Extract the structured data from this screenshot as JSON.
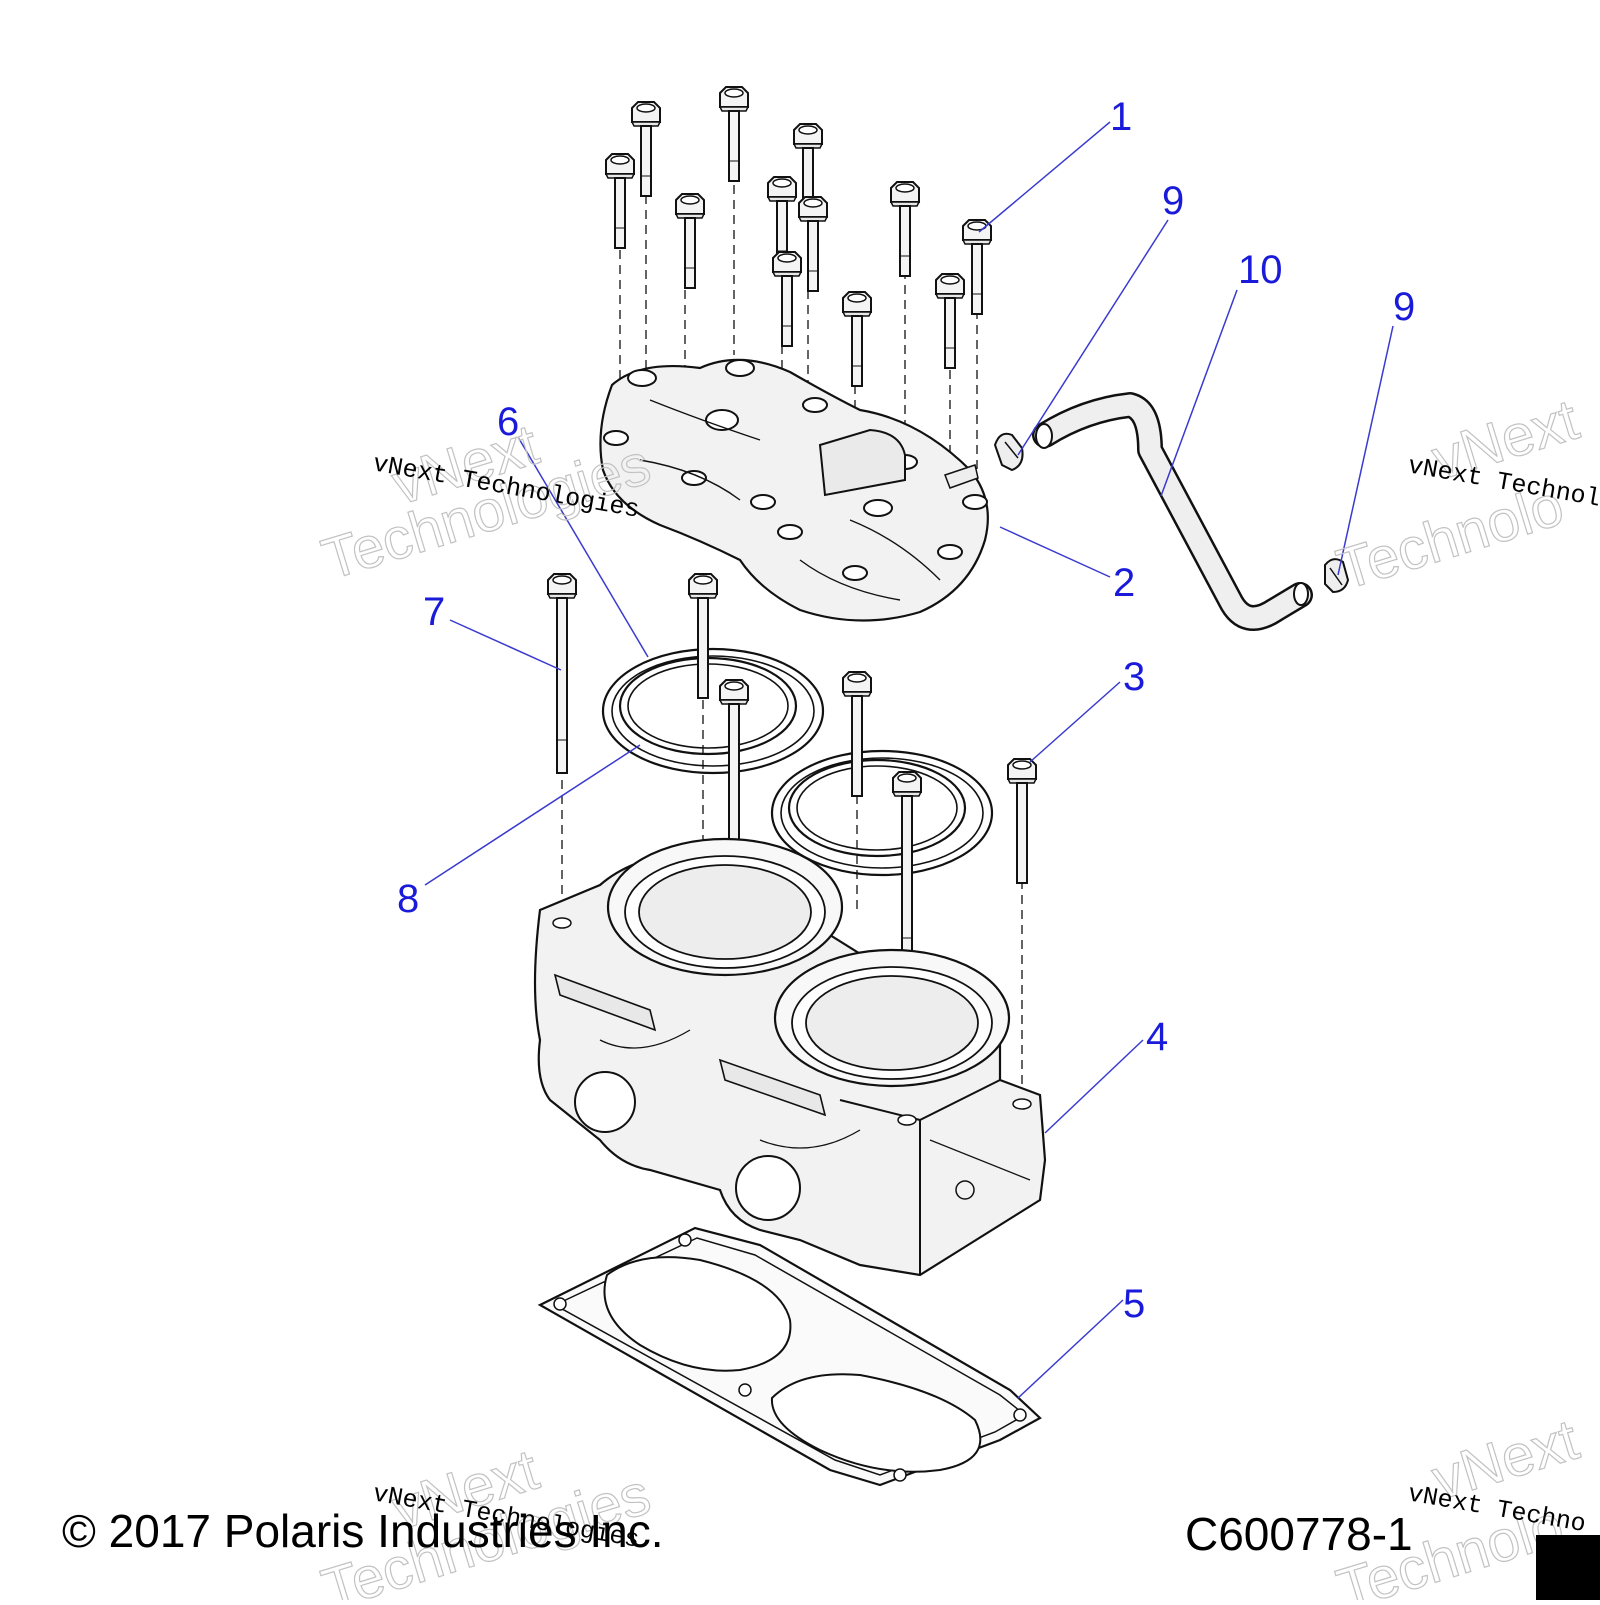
{
  "callouts": [
    {
      "id": "1",
      "label": "1"
    },
    {
      "id": "2",
      "label": "2"
    },
    {
      "id": "3",
      "label": "3"
    },
    {
      "id": "4",
      "label": "4"
    },
    {
      "id": "5",
      "label": "5"
    },
    {
      "id": "6",
      "label": "6"
    },
    {
      "id": "7",
      "label": "7"
    },
    {
      "id": "8",
      "label": "8"
    },
    {
      "id": "9a",
      "label": "9"
    },
    {
      "id": "9b",
      "label": "9"
    },
    {
      "id": "10",
      "label": "10"
    }
  ],
  "watermark": {
    "line": "vNext Technologies",
    "line_right": "vNext Technolo",
    "line_right_bottom": "vNext Techno",
    "brand_top": "vNext",
    "brand_bottom": "Technologies",
    "brand_bottom_right": "Technolo"
  },
  "footer": {
    "copyright": "© 2017 Polaris Industries Inc.",
    "drawing_id": "C600778-1"
  },
  "colors": {
    "callout": "#1a1adb",
    "leader": "#3a3ad0",
    "part_fill": "#f0f0f0",
    "part_stroke": "#111111"
  }
}
